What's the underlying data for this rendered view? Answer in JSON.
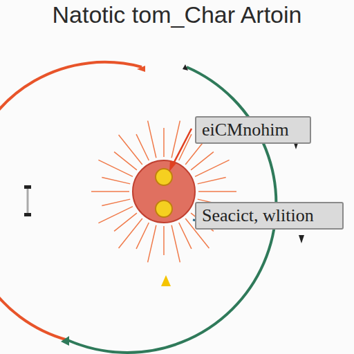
{
  "diagram": {
    "title": "Natotic tom_Char Artoin",
    "nodes": [
      {
        "text": [
          "eiCMnohim"
        ]
      },
      {
        "text": [
          "Seacict, wlition"
        ]
      }
    ]
  }
}
